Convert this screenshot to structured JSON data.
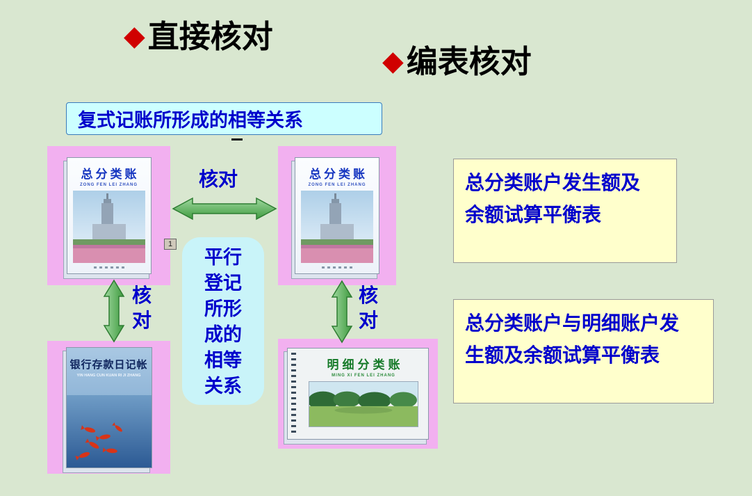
{
  "slide": {
    "header_left": {
      "bullet": "◆",
      "title": "直接核对"
    },
    "header_right": {
      "bullet": "◆",
      "title": "编表核对"
    },
    "double_entry_box": {
      "label": "复式记账所形成的相等关系"
    },
    "parallel_box": {
      "lines": [
        "平行",
        "登记",
        "所形",
        "成的",
        "相等",
        "关系"
      ]
    },
    "check_labels": {
      "top": "核对",
      "left": "核对",
      "right": "核对"
    },
    "marker": "1",
    "books": {
      "general_left": {
        "title": "总分类账",
        "subtitle": "ZONG FEN LEI ZHANG"
      },
      "general_right": {
        "title": "总分类账",
        "subtitle": "ZONG FEN LEI ZHANG"
      },
      "bank_journal": {
        "title": "银行存款日记帐",
        "subtitle": "YIN HANG CUN KUAN RI JI ZHANG"
      },
      "subsidiary": {
        "title": "明细分类账",
        "subtitle": "MING XI FEN LEI ZHANG"
      }
    },
    "callouts": {
      "box1": "总分类账户发生额及余额试算平衡表",
      "box2": "总分类账户与明细账户发生额及余额试算平衡表"
    },
    "colors": {
      "page-bg": "#d9e7d0",
      "text-blue": "#0000cc",
      "bullet-red": "#d00000",
      "panel-pink": "#f2b0f0",
      "cyan-fill": "#ccffff",
      "cyan-round": "#c9f4f9",
      "yellow-fill": "#ffffcc",
      "arrow-green": "#4f9f4f",
      "arrow-outline": "#2e7d32"
    }
  }
}
